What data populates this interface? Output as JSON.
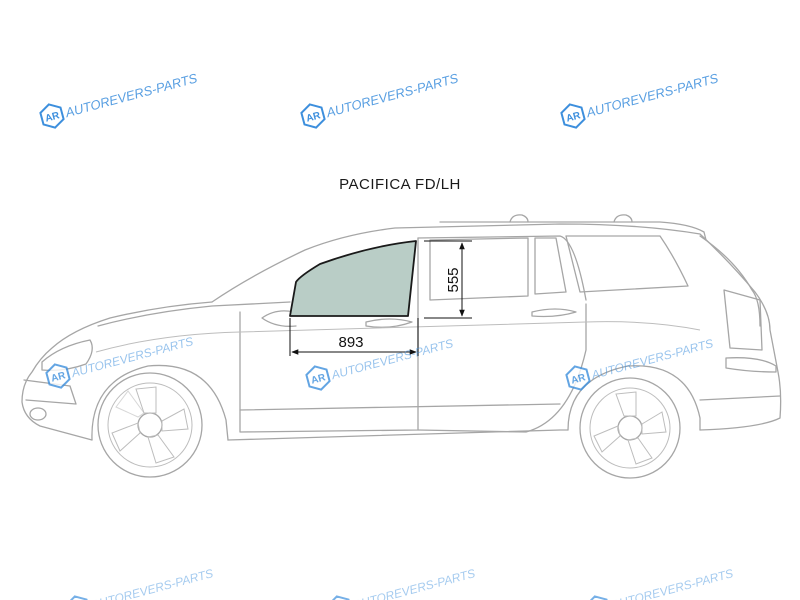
{
  "diagram": {
    "title": "PACIFICA FD/LH",
    "dimensions": {
      "width_label": "893",
      "height_label": "555"
    },
    "highlight_color": "#b9cdc6",
    "watermark": {
      "text": "AUTOREVERS-PARTS",
      "logo": "AR",
      "color": "#3d8fdd"
    }
  }
}
